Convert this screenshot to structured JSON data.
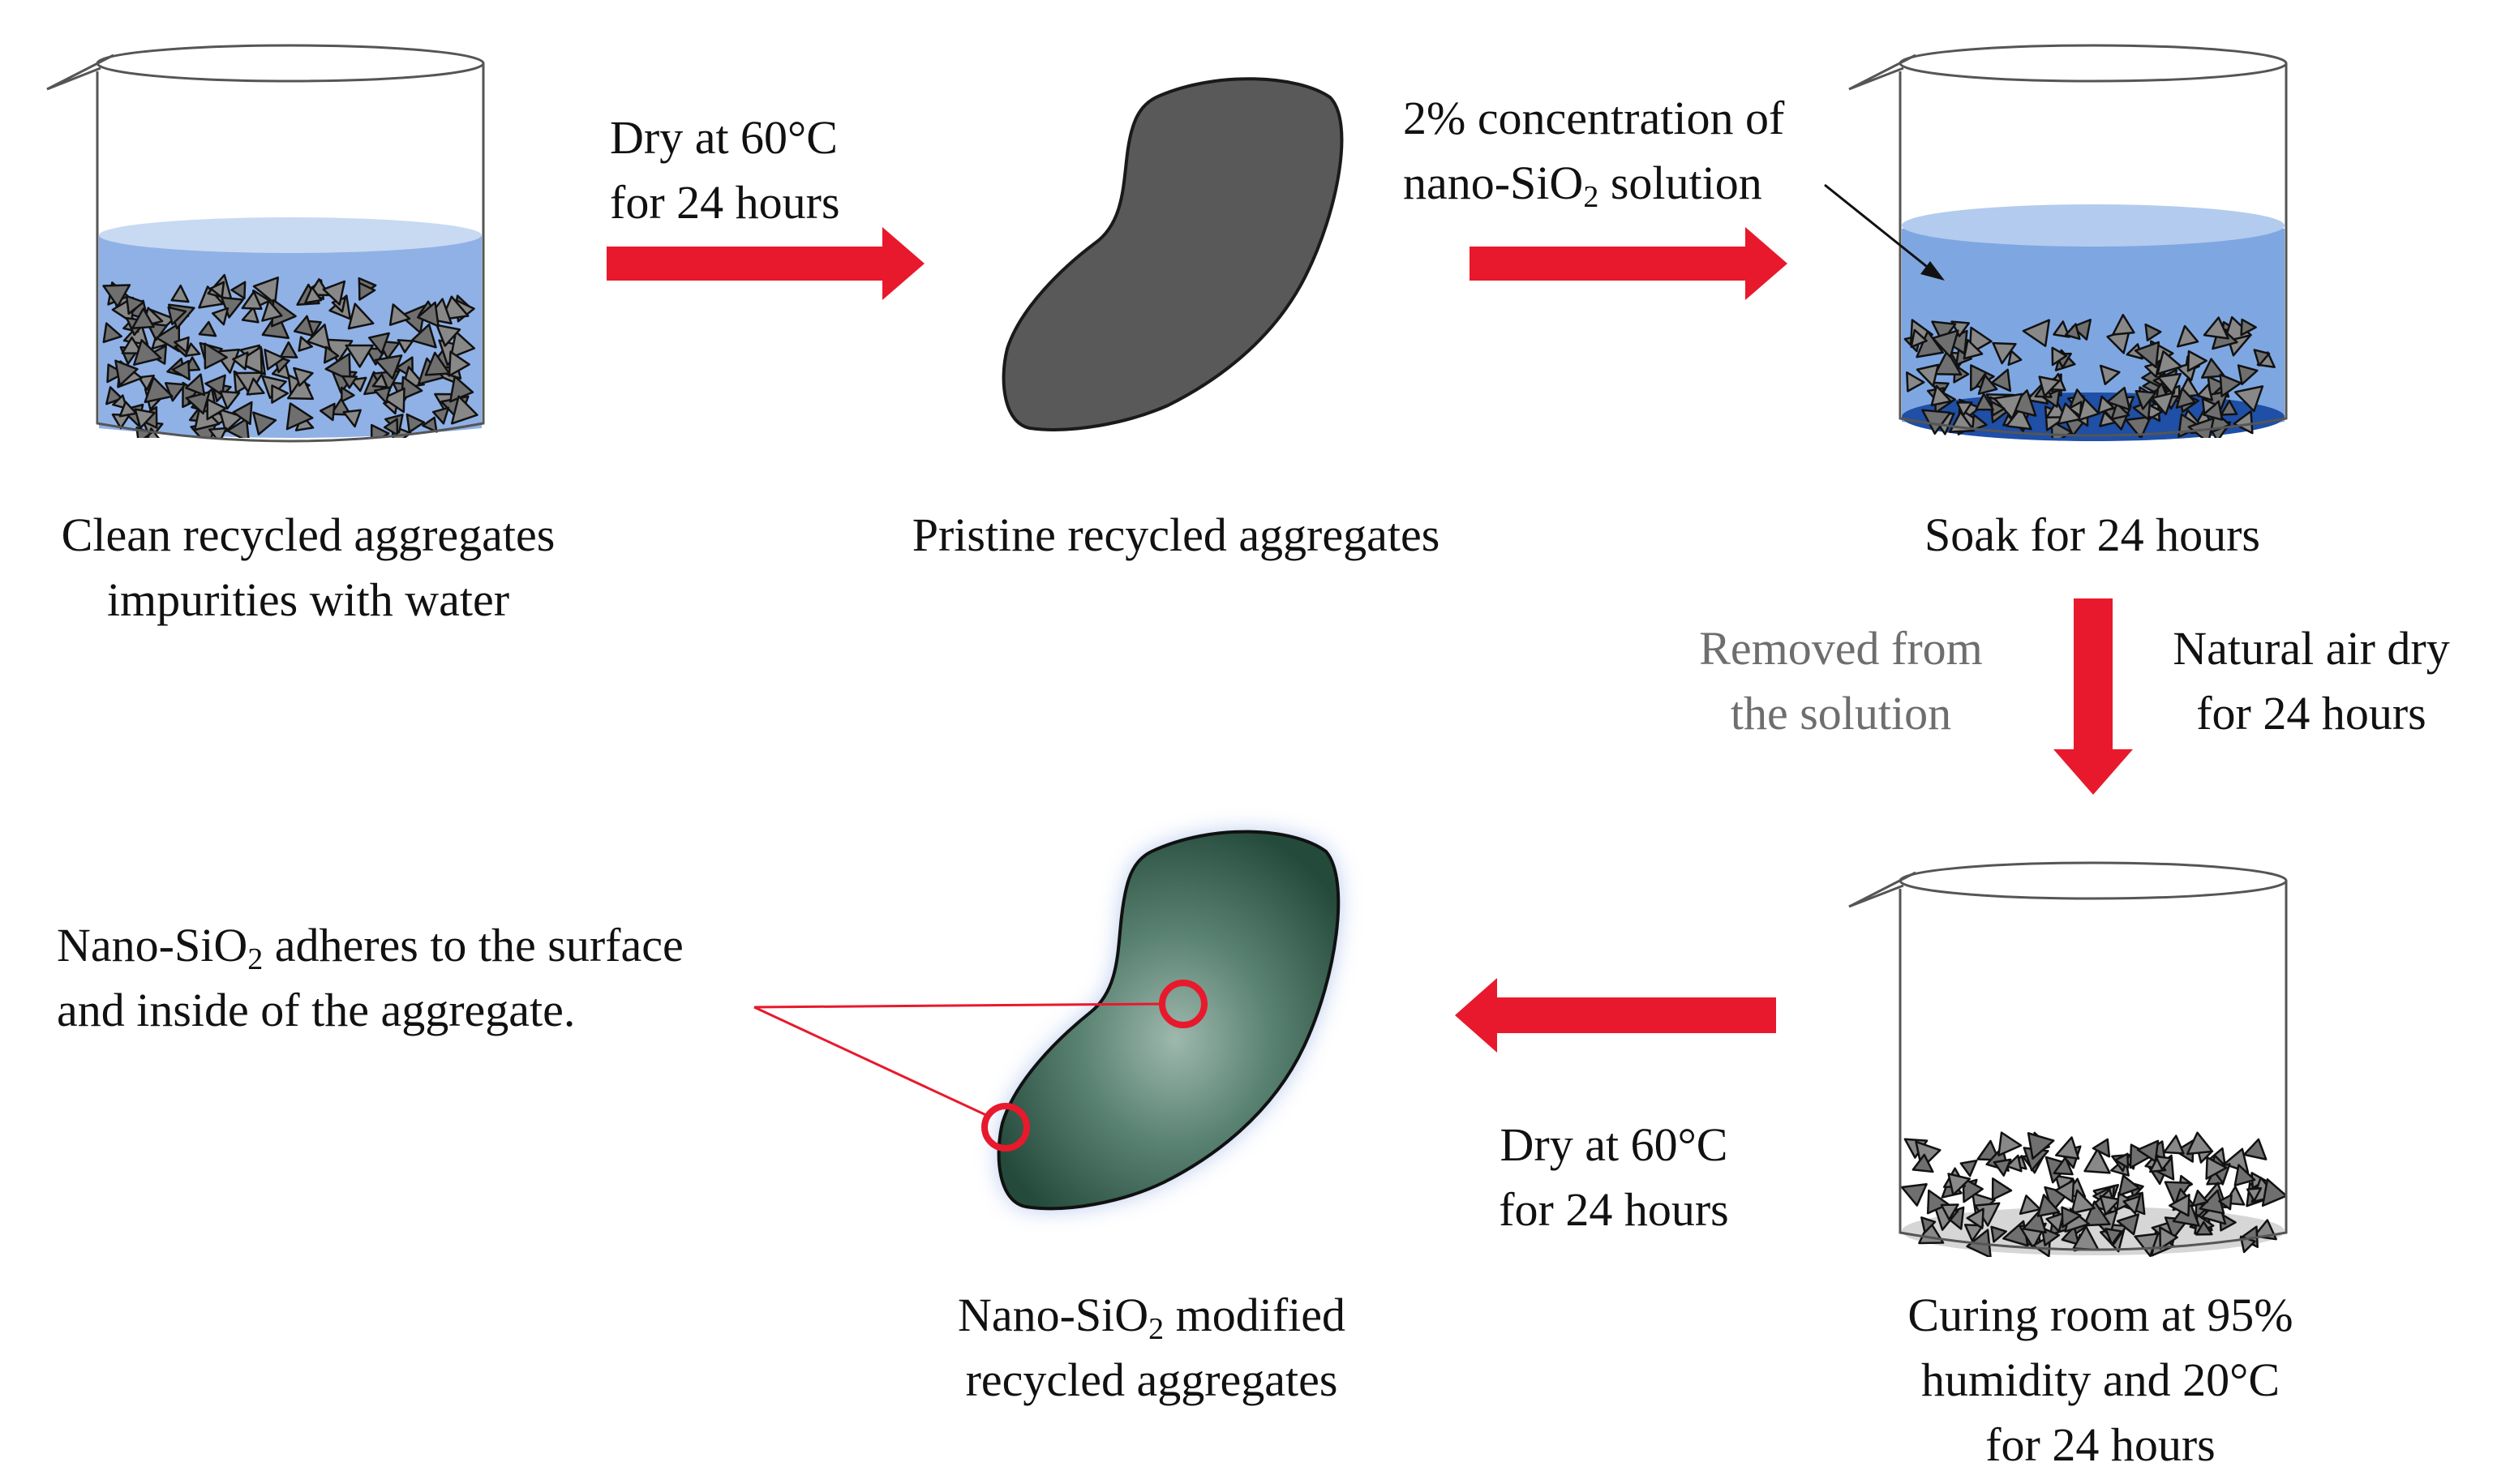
{
  "steps": {
    "clean": {
      "line1": "Clean recycled aggregates",
      "line2": "impurities with water"
    },
    "pristine": {
      "label": "Pristine recycled aggregates"
    },
    "soak": {
      "label": "Soak for 24 hours"
    },
    "curing": {
      "line1": "Curing room at 95%",
      "line2": "humidity and 20°C",
      "line3": "for 24 hours"
    },
    "modified": {
      "line1_pre": "Nano-SiO",
      "line1_sub": "2",
      "line1_post": " modified",
      "line2": "recycled aggregates"
    }
  },
  "arrows": {
    "dry1": {
      "line1": "Dry at 60°C",
      "line2": "for 24 hours"
    },
    "solution": {
      "line1": "2% concentration of",
      "line2_pre": "nano-SiO",
      "line2_sub": "2",
      "line2_post": " solution"
    },
    "removed": {
      "line1": "Removed from",
      "line2": "the solution"
    },
    "airdry": {
      "line1": "Natural air dry",
      "line2": "for 24 hours"
    },
    "dry2": {
      "line1": "Dry at 60°C",
      "line2": "for 24 hours"
    }
  },
  "annotation": {
    "line1_pre": "Nano-SiO",
    "line1_sub": "2",
    "line1_post": " adheres to the surface",
    "line2": "and inside of the aggregate."
  },
  "colors": {
    "arrow": "#e8192c",
    "water_light": "#aac4ec",
    "water_deep": "#7aa3e0",
    "soak_bottom": "#1f4fa6",
    "aggregate_dark": "#595959",
    "aggregate_modified": "#2f5a49",
    "highlight_ring": "#e8192c"
  }
}
